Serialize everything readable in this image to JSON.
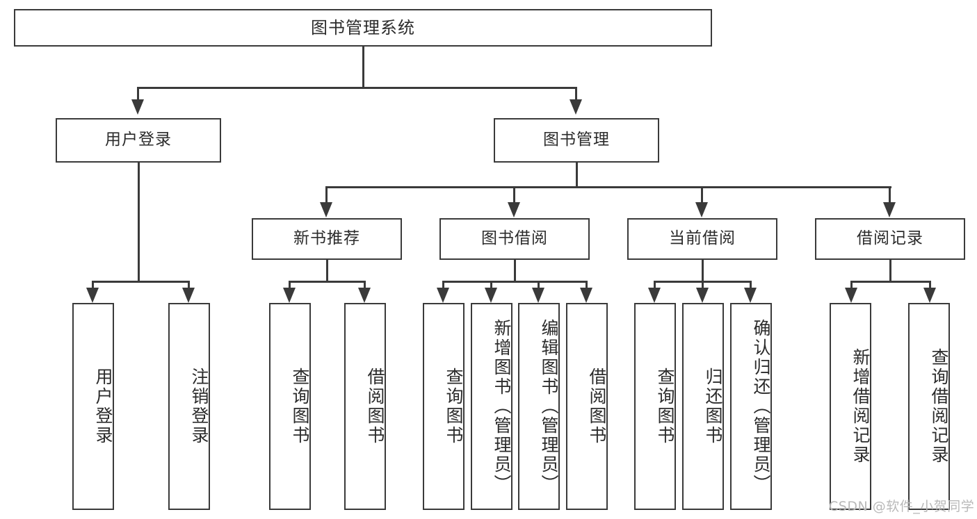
{
  "diagram": {
    "title": "图书管理系统",
    "type": "tree-hierarchy-chart",
    "root": {
      "label": "图书管理系统"
    },
    "level1": [
      {
        "label": "用户登录"
      },
      {
        "label": "图书管理"
      }
    ],
    "level2": [
      {
        "label": "新书推荐"
      },
      {
        "label": "图书借阅"
      },
      {
        "label": "当前借阅"
      },
      {
        "label": "借阅记录"
      }
    ],
    "leaves_user_login": [
      {
        "label": "用户登录"
      },
      {
        "label": "注销登录"
      }
    ],
    "leaves_new_book": [
      {
        "label": "查询图书"
      },
      {
        "label": "借阅图书"
      }
    ],
    "leaves_borrow": [
      {
        "label": "查询图书"
      },
      {
        "label": "新增图书（管理员）"
      },
      {
        "label": "编辑图书（管理员）"
      },
      {
        "label": "借阅图书"
      }
    ],
    "leaves_current": [
      {
        "label": "查询图书"
      },
      {
        "label": "归还图书"
      },
      {
        "label": "确认归还（管理员）"
      }
    ],
    "leaves_record": [
      {
        "label": "新增借阅记录"
      },
      {
        "label": "查询借阅记录"
      }
    ]
  },
  "watermark": {
    "text": "CSDN @软件_小贺同学"
  },
  "colors": {
    "stroke": "#3a3a3a",
    "text": "#2b2b2b",
    "background": "#ffffff",
    "watermark": "#b9b9b9"
  }
}
